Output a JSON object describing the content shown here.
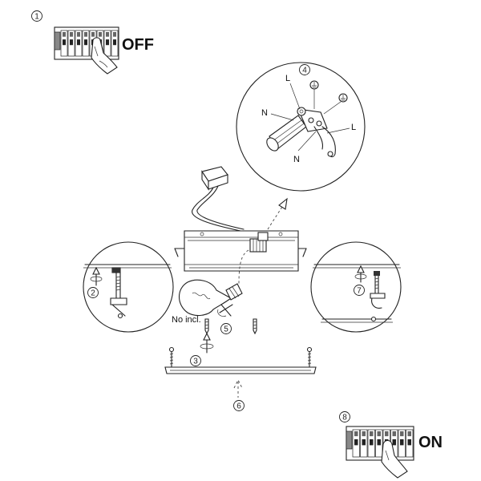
{
  "steps": {
    "s1": "1",
    "s2": "2",
    "s3": "3",
    "s4": "4",
    "s5": "5",
    "s6": "6",
    "s7": "7",
    "s8": "8"
  },
  "switch_off_label": "OFF",
  "switch_on_label": "ON",
  "bulb_note": "No incl.",
  "wiring": {
    "live_top": "L",
    "neutral_left": "N",
    "live_right": "L",
    "neutral_bottom": "N"
  },
  "icons": {
    "breaker_panel": "breaker-panel-icon",
    "hand": "hand-icon",
    "rotate": "rotate-icon",
    "earth": "earth-ground-icon",
    "no_drill": "no-drill-icon",
    "push_up_arrow": "push-up-arrow-icon",
    "bulb": "light-bulb-icon",
    "screw": "screw-icon"
  }
}
